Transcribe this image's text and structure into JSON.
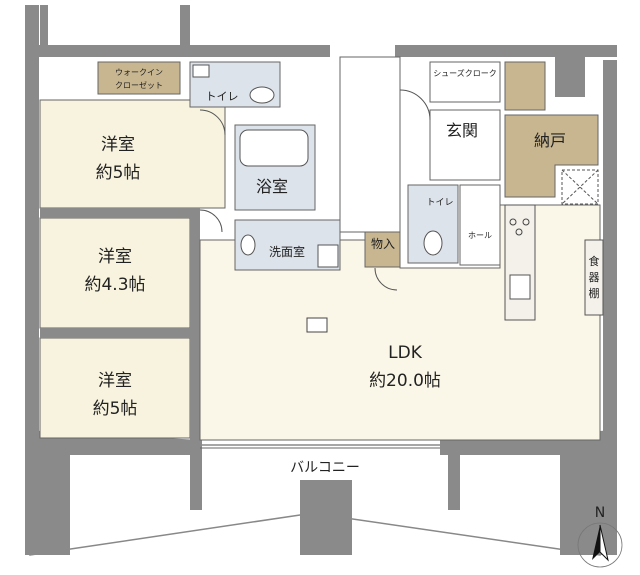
{
  "rooms": {
    "bedroom1": {
      "name": "洋室",
      "size": "約5帖"
    },
    "bedroom2": {
      "name": "洋室",
      "size": "約4.3帖"
    },
    "bedroom3": {
      "name": "洋室",
      "size": "約5帖"
    },
    "ldk": {
      "name": "LDK",
      "size": "約20.0帖"
    },
    "walkin": {
      "line1": "ウォークイン",
      "line2": "クローゼット"
    },
    "toilet1": "トイレ",
    "toilet2": "トイレ",
    "bath": "浴室",
    "washroom": "洗面室",
    "storage": "物入",
    "entrance": "玄関",
    "shoes": "シューズクローク",
    "nando": "納戸",
    "hall": "ホール",
    "pantry": {
      "line1": "食",
      "line2": "器",
      "line3": "棚"
    },
    "balcony": "バルコニー"
  },
  "compass": "N",
  "colors": {
    "wall": "#8a8a8a",
    "bedroom_floor": "#f7f3df",
    "ldk_floor": "#fbf7e8",
    "wet_area": "#dde3ea",
    "storage": "#c8b690",
    "balcony": "#ffffff"
  }
}
